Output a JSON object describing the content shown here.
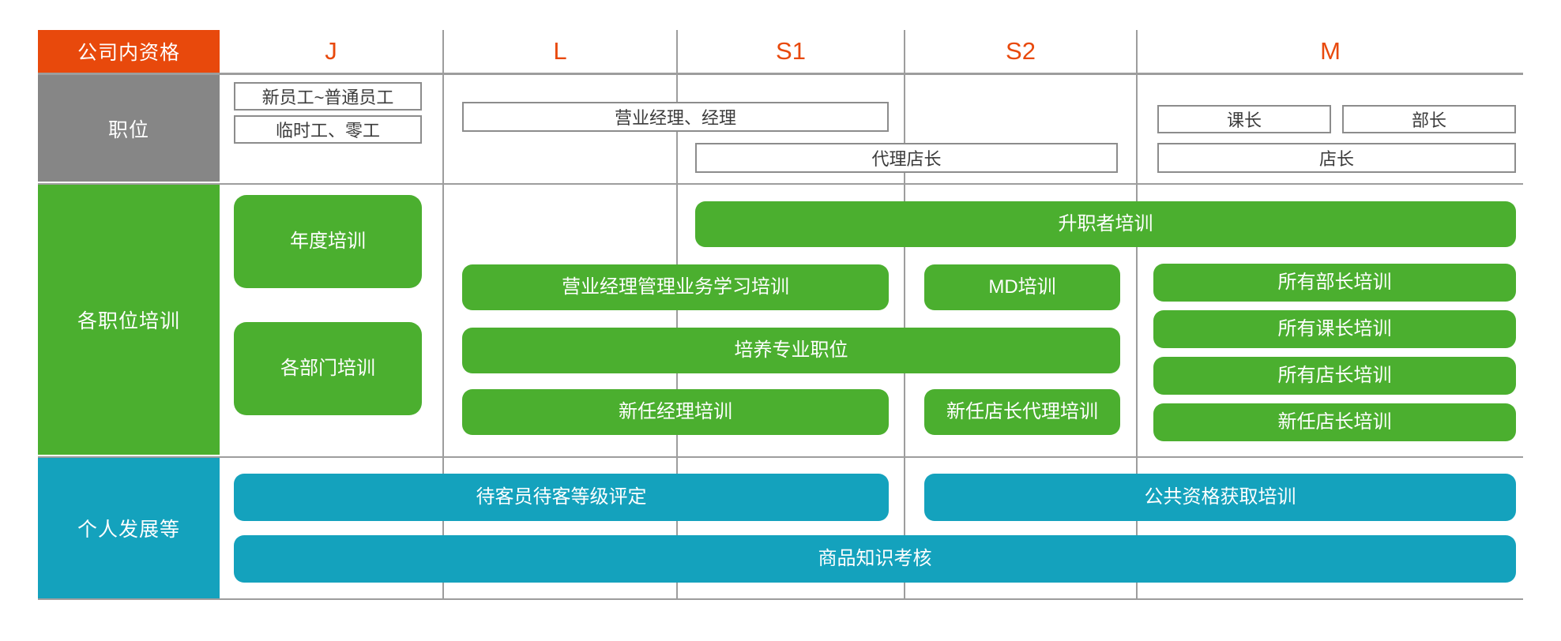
{
  "meta": {
    "colors": {
      "orange": "#E8490C",
      "gray": "#868686",
      "green": "#4BAF2F",
      "cyan": "#14A2BD",
      "gridline": "#9d9d9d",
      "boxborder": "#8c8c8c"
    }
  },
  "row_labels": {
    "qualification": "公司内资格",
    "position": "职位",
    "position_training": "各职位培训",
    "personal_development": "个人发展等"
  },
  "qualification_levels": [
    {
      "id": "J",
      "label": "J"
    },
    {
      "id": "L",
      "label": "L"
    },
    {
      "id": "S1",
      "label": "S1"
    },
    {
      "id": "S2",
      "label": "S2"
    },
    {
      "id": "M",
      "label": "M"
    }
  ],
  "position_boxes": [
    {
      "id": "pos-new-regular",
      "label": "新员工~普通员工"
    },
    {
      "id": "pos-temp-parttime",
      "label": "临时工、零工"
    },
    {
      "id": "pos-sales-mgr",
      "label": "营业经理、经理"
    },
    {
      "id": "pos-acting-store-mgr",
      "label": "代理店长"
    },
    {
      "id": "pos-section-chief",
      "label": "课长"
    },
    {
      "id": "pos-dept-chief",
      "label": "部长"
    },
    {
      "id": "pos-store-mgr",
      "label": "店长"
    }
  ],
  "position_training_boxes": [
    {
      "id": "trn-annual",
      "label": "年度培训"
    },
    {
      "id": "trn-department",
      "label": "各部门培训"
    },
    {
      "id": "trn-promotee",
      "label": "升职者培训"
    },
    {
      "id": "trn-sales-mgr-biz",
      "label": "营业经理管理业务学习培训"
    },
    {
      "id": "trn-md",
      "label": "MD培训"
    },
    {
      "id": "trn-all-dept-chief",
      "label": "所有部长培训"
    },
    {
      "id": "trn-cultivate-spec",
      "label": "培养专业职位"
    },
    {
      "id": "trn-all-section-chief",
      "label": "所有课长培训"
    },
    {
      "id": "trn-all-store-mgr",
      "label": "所有店长培训"
    },
    {
      "id": "trn-new-mgr",
      "label": "新任经理培训"
    },
    {
      "id": "trn-new-acting-store",
      "label": "新任店长代理培训"
    },
    {
      "id": "trn-new-store-mgr",
      "label": "新任店长培训"
    }
  ],
  "personal_development_boxes": [
    {
      "id": "pd-service-grade",
      "label": "待客员待客等级评定"
    },
    {
      "id": "pd-public-qual",
      "label": "公共资格获取培训"
    },
    {
      "id": "pd-product-knowledge",
      "label": "商品知识考核"
    }
  ]
}
